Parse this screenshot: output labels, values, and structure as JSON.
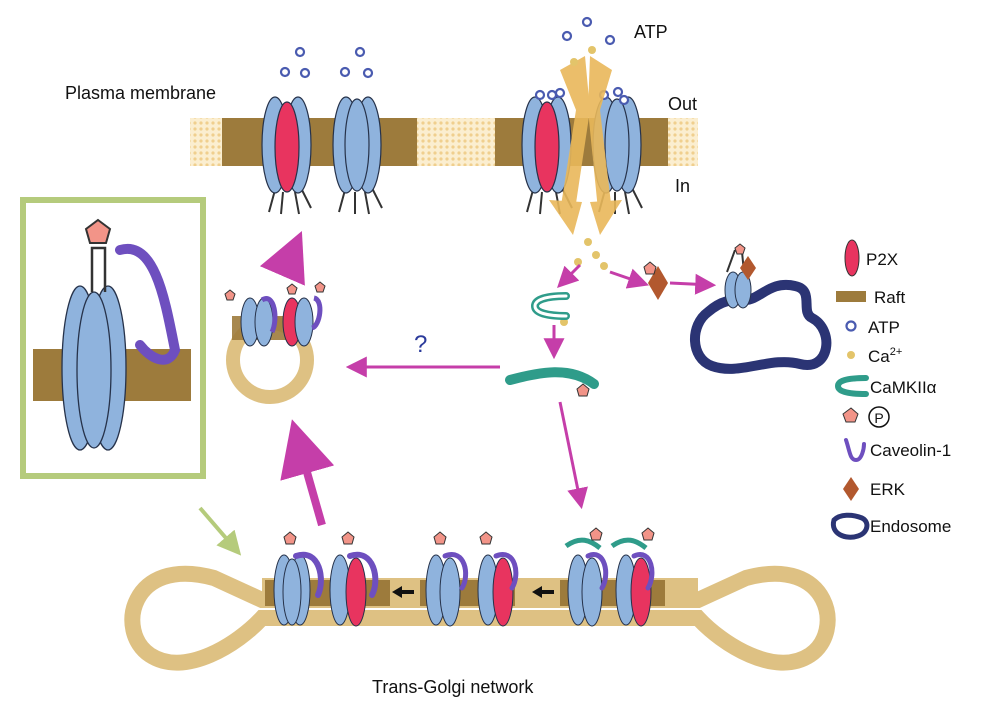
{
  "labels": {
    "plasma_membrane": "Plasma membrane",
    "out": "Out",
    "in": "In",
    "atp": "ATP",
    "question": "?",
    "tgn": "Trans-Golgi network"
  },
  "legend": {
    "items": [
      {
        "icon": "p2x-icon",
        "label": "P2X"
      },
      {
        "icon": "raft-icon",
        "label": "Raft"
      },
      {
        "icon": "atp-icon",
        "label": "ATP"
      },
      {
        "icon": "calcium-icon",
        "label": "Ca"
      },
      {
        "icon": "camkii-icon",
        "label": "CaMKIIα"
      },
      {
        "icon": "phosphate-icon",
        "label": "P"
      },
      {
        "icon": "caveolin-icon",
        "label": "Caveolin-1"
      },
      {
        "icon": "erk-icon",
        "label": "ERK"
      },
      {
        "icon": "endosome-icon",
        "label": "Endosome"
      }
    ],
    "ca_superscript": "2+"
  },
  "colors": {
    "raft": "#9d7b3c",
    "membrane_dots": "#f3d8a0",
    "receptor_blue": "#8fb3dd",
    "p2x_red": "#e8345f",
    "caveolin": "#6e4fbf",
    "arrow_magenta": "#c53ea9",
    "camkii": "#2f9c8a",
    "tgn_tan": "#dec183",
    "inset_border": "#b5cb7c",
    "phosphate": "#f29488",
    "erk": "#b2582e",
    "endosome": "#2b3474",
    "atp_ring": "#4a5bb0",
    "calcium": "#e3c46a"
  }
}
